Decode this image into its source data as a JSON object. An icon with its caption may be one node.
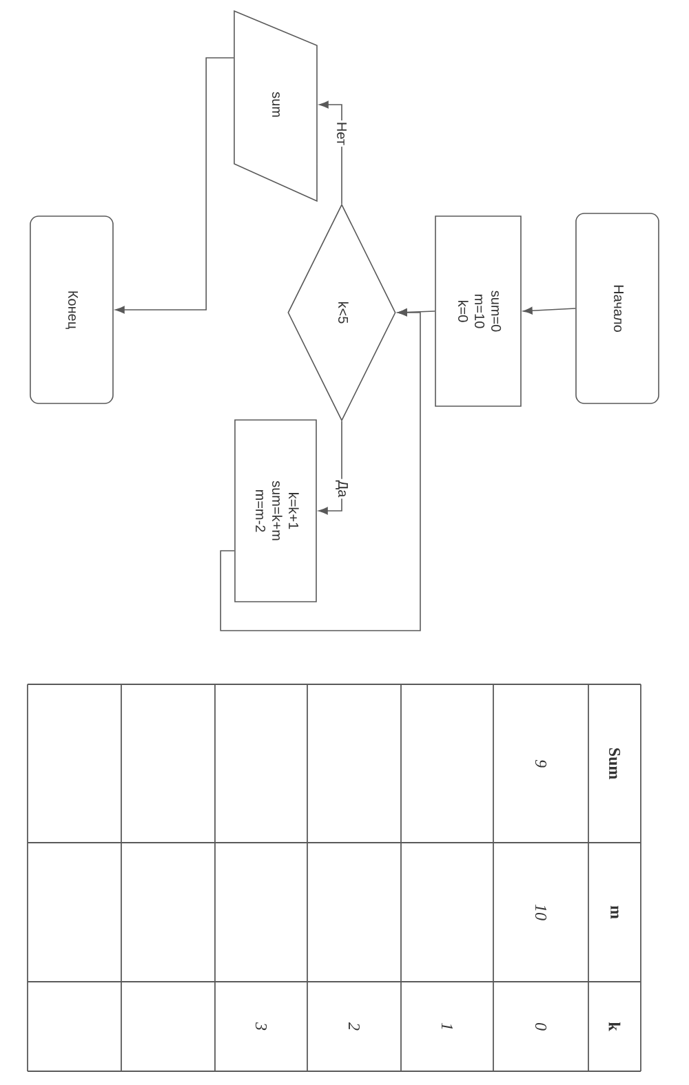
{
  "diagram": {
    "nodes": [
      {
        "text": [
          "Начало"
        ]
      },
      {
        "text": [
          "sum=0",
          "m=10",
          "k=0"
        ]
      },
      {
        "text": [
          "k<5"
        ]
      },
      {
        "text": [
          "k=k+1",
          "sum=k+m",
          "m=m-2"
        ]
      },
      {
        "text": [
          "sum"
        ]
      },
      {
        "text": [
          "Конец"
        ]
      }
    ],
    "edges": [
      {
        "from": 0,
        "to": 1,
        "arrow": "to"
      },
      {
        "from": 1,
        "to": 2,
        "arrow": "to"
      },
      {
        "from": 2,
        "to": 3,
        "arrow": "to",
        "label": "Да"
      },
      {
        "from": 3,
        "to": 2,
        "arrow": "to"
      },
      {
        "from": 2,
        "to": 4,
        "arrow": "to",
        "label": "Нет"
      },
      {
        "from": 4,
        "to": 5,
        "arrow": "to"
      }
    ],
    "labels": [
      "k",
      "m",
      "Sum",
      "0",
      "10",
      "9",
      "1",
      "2",
      "3"
    ]
  }
}
